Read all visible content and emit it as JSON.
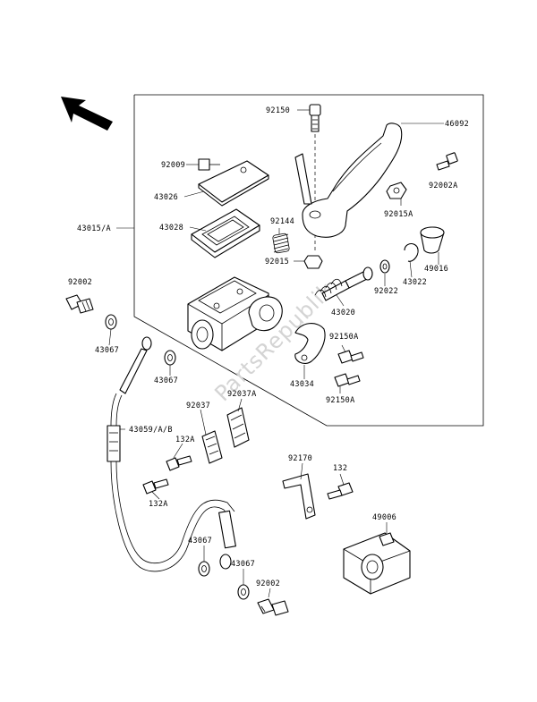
{
  "watermark": "PartsRepublik",
  "labels": {
    "p92150": "92150",
    "p46092": "46092",
    "p92009": "92009",
    "p92002A": "92002A",
    "p43026": "43026",
    "p92015A": "92015A",
    "p43015A": "43015/A",
    "p43028": "43028",
    "p92144": "92144",
    "p49016": "49016",
    "p92015": "92015",
    "p92022": "92022",
    "p43022": "43022",
    "p92002_left": "92002",
    "p43020": "43020",
    "p43067_a": "43067",
    "p92150A_a": "92150A",
    "p43067_b": "43067",
    "p43034": "43034",
    "p92150A_b": "92150A",
    "p92037": "92037",
    "p92037A": "92037A",
    "p43059": "43059/A/B",
    "p132A_a": "132A",
    "p132A_b": "132A",
    "p92170": "92170",
    "p132": "132",
    "p49006": "49006",
    "p43067_c": "43067",
    "p43067_d": "43067",
    "p92002_bottom": "92002"
  },
  "icons": {
    "direction_arrow": "front-direction-arrow-icon"
  }
}
